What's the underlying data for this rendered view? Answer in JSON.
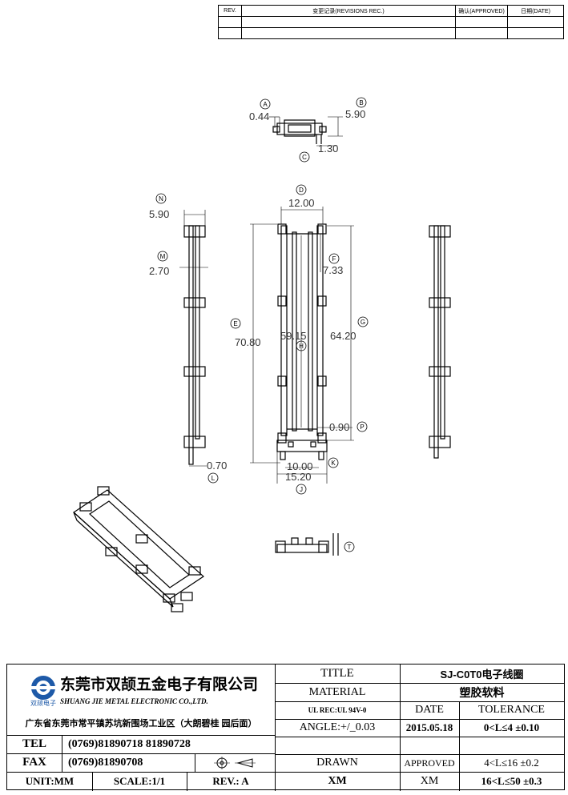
{
  "revision_table": {
    "rev_header": "REV.",
    "record_header": "变更记录(REVISIONS REC.)",
    "approved_header": "确认(APPROVED)",
    "date_header": "日期(DATE)"
  },
  "dimensions": {
    "A": {
      "tag": "A",
      "value": "0.44"
    },
    "B": {
      "tag": "B",
      "value": "5.90"
    },
    "C": {
      "tag": "C",
      "value": "1.30"
    },
    "D": {
      "tag": "D",
      "value": "12.00"
    },
    "E": {
      "tag": "E",
      "value": "70.80"
    },
    "F": {
      "tag": "F",
      "value": "7.33"
    },
    "G": {
      "tag": "G",
      "value": "64.20"
    },
    "H": {
      "tag": "H",
      "value": "59.15"
    },
    "P": {
      "tag": "P",
      "value": "0.90"
    },
    "K": {
      "tag": "K",
      "value": "10.00"
    },
    "J": {
      "tag": "J",
      "value": "15.20"
    },
    "N": {
      "tag": "N",
      "value": "5.90"
    },
    "M": {
      "tag": "M",
      "value": "2.70"
    },
    "L": {
      "tag": "L",
      "value": "0.70"
    },
    "T": {
      "tag": "T"
    }
  },
  "title_block": {
    "company_cn": "东莞市双颉五金电子有限公司",
    "company_en": "SHUANG JIE METAL ELECTRONIC CO.,LTD.",
    "logo_text": "双颉电子",
    "address": "广东省东莞市常平镇苏坑新围场工业区（大朗碧桂 园后面）",
    "tel_label": "TEL",
    "tel_value": "(0769)81890718  81890728",
    "fax_label": "FAX",
    "fax_value": "(0769)81890708",
    "unit_label": "UNIT:MM",
    "scale_label": "SCALE:1/1",
    "rev_label": "REV.: A",
    "title_label": "TITLE",
    "title_value": "SJ-C0T0电子线圈",
    "material_label": "MATERIAL",
    "material_value": "塑胶软料",
    "ul_rec": "UL REC:UL 94V-0",
    "date_label": "DATE",
    "tolerance_label": "TOLERANCE",
    "angle_label": "ANGLE:+/_0.03",
    "date_value": "2015.05.18",
    "tol_1": "0<L≤4   ±0.10",
    "drawn_label": "DRAWN",
    "approved_label": "APPROVED",
    "tol_2": "4<L≤16  ±0.2",
    "drawn_value": "XM",
    "approved_value": "XM",
    "tol_3": "16<L≤50  ±0.3"
  }
}
